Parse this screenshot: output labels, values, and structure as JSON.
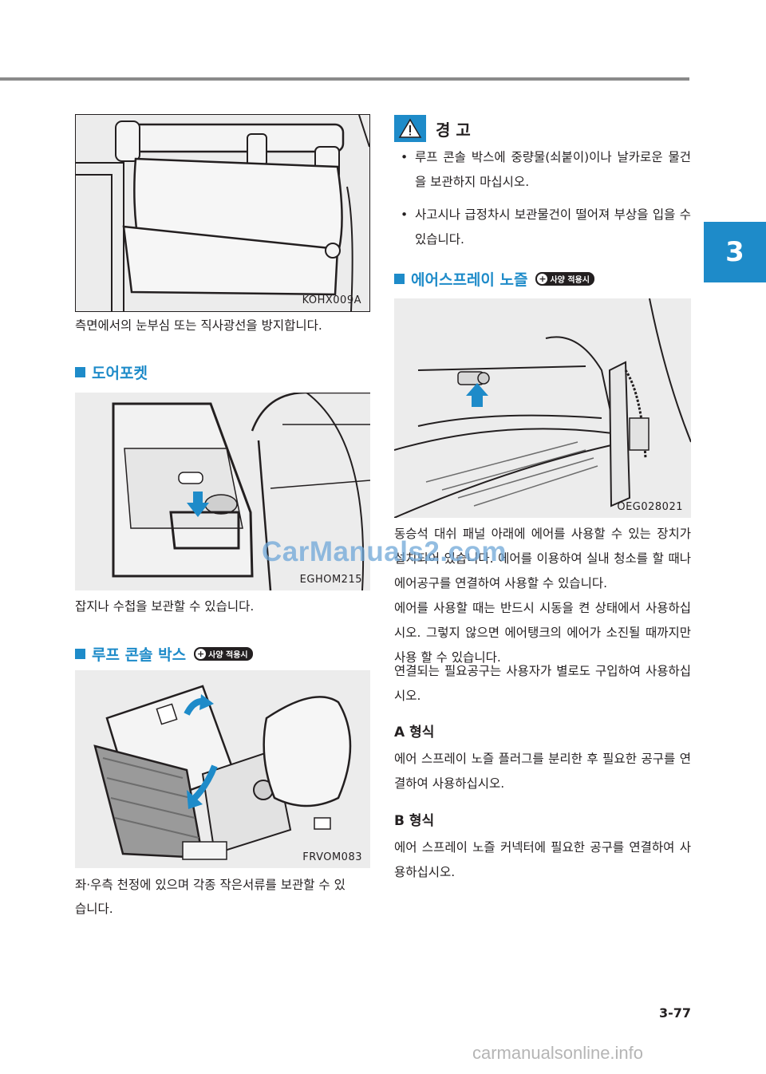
{
  "chapter_tab": {
    "number": "3"
  },
  "left": {
    "fig1": {
      "code": "KOHX009A",
      "caption": "측면에서의 눈부심 또는 직사광선을 방지합니다."
    },
    "door_pocket": {
      "heading": "도어포켓",
      "fig_code": "EGHOM215",
      "caption": "잡지나 수첩을 보관할 수 있습니다."
    },
    "roof_console": {
      "heading": "루프 콘솔 박스",
      "badge": "사양 적용시",
      "fig_code": "FRVOM083",
      "caption_lines": [
        "좌·우측 천정에 있으며 각종 작은서류를 보관할 수 있",
        "습니다."
      ]
    }
  },
  "right": {
    "warning": {
      "title": "경 고",
      "bullets": [
        "루프 콘솔 박스에 중량물(쇠붙이)이나 날카로운 물건을 보관하지 마십시오.",
        "사고시나 급정차시 보관물건이 떨어져 부상을 입을 수 있습니다."
      ]
    },
    "air_spray": {
      "heading": "에어스프레이 노즐",
      "badge": "사양 적용시",
      "fig_code": "OEG028021",
      "paragraphs": [
        "동승석 대쉬 패널 아래에 에어를 사용할 수 있는 장치가 설치되어 있습니다. 에어를 이용하여 실내 청소를 할 때나 에어공구를 연결하여 사용할 수 있습니다.",
        "에어를 사용할 때는 반드시 시동을 켠 상태에서 사용하십시오. 그렇지 않으면 에어탱크의 에어가 소진될 때까지만 사용 할 수 있습니다.",
        "연결되는 필요공구는 사용자가 별로도 구입하여 사용하십시오."
      ],
      "type_a": {
        "title": "A 형식",
        "text": "에어 스프레이 노즐 플러그를 분리한 후 필요한 공구를 연결하여 사용하십시오."
      },
      "type_b": {
        "title": "B 형식",
        "text": "에어 스프레이 노즐 커넥터에 필요한 공구를 연결하여 사용하십시오."
      }
    }
  },
  "page_number": "3-77",
  "watermark": "CarManuals2.com",
  "footer_mark": "carmanualsonline.info",
  "colors": {
    "accent": "#1e8bc9",
    "rule": "#8a8a8a",
    "text": "#231f20"
  }
}
